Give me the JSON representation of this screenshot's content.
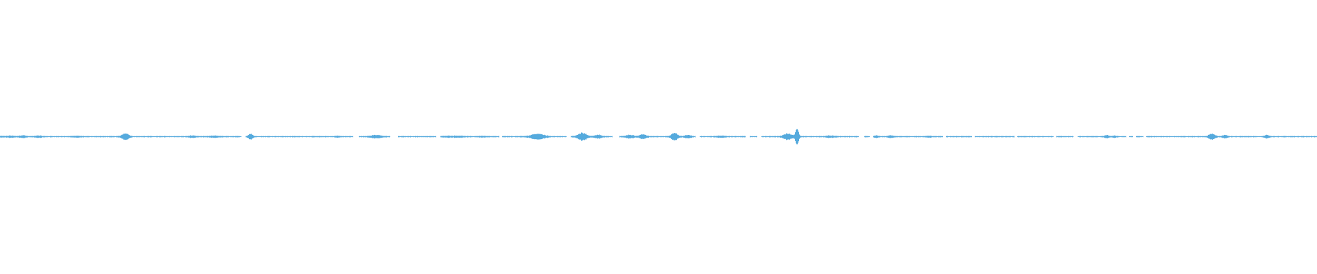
{
  "waveform": {
    "color": "#55aadd",
    "bursts": [
      {
        "t": 0.0,
        "a": 0.1,
        "w": 0.004
      },
      {
        "t": 0.008,
        "a": 0.2,
        "w": 0.003
      },
      {
        "t": 0.017,
        "a": 0.3,
        "w": 0.003
      },
      {
        "t": 0.029,
        "a": 0.22,
        "w": 0.003
      },
      {
        "t": 0.058,
        "a": 0.12,
        "w": 0.004
      },
      {
        "t": 0.095,
        "a": 1.0,
        "w": 0.003
      },
      {
        "t": 0.146,
        "a": 0.25,
        "w": 0.003
      },
      {
        "t": 0.163,
        "a": 0.2,
        "w": 0.004
      },
      {
        "t": 0.19,
        "a": 0.8,
        "w": 0.002
      },
      {
        "t": 0.256,
        "a": 0.18,
        "w": 0.002
      },
      {
        "t": 0.285,
        "a": 0.4,
        "w": 0.005
      },
      {
        "t": 0.34,
        "a": 0.18,
        "w": 0.004
      },
      {
        "t": 0.348,
        "a": 0.2,
        "w": 0.004
      },
      {
        "t": 0.366,
        "a": 0.12,
        "w": 0.004
      },
      {
        "t": 0.408,
        "a": 0.8,
        "w": 0.006
      },
      {
        "t": 0.442,
        "a": 1.05,
        "w": 0.004
      },
      {
        "t": 0.454,
        "a": 0.5,
        "w": 0.003
      },
      {
        "t": 0.478,
        "a": 0.4,
        "w": 0.004
      },
      {
        "t": 0.488,
        "a": 0.65,
        "w": 0.003
      },
      {
        "t": 0.512,
        "a": 1.0,
        "w": 0.003
      },
      {
        "t": 0.522,
        "a": 0.4,
        "w": 0.003
      },
      {
        "t": 0.548,
        "a": 0.2,
        "w": 0.004
      },
      {
        "t": 0.598,
        "a": 0.85,
        "w": 0.004
      },
      {
        "t": 0.605,
        "a": 2.3,
        "w": 0.0015
      },
      {
        "t": 0.63,
        "a": 0.22,
        "w": 0.004
      },
      {
        "t": 0.665,
        "a": 0.25,
        "w": 0.002
      },
      {
        "t": 0.676,
        "a": 0.3,
        "w": 0.002
      },
      {
        "t": 0.705,
        "a": 0.18,
        "w": 0.002
      },
      {
        "t": 0.84,
        "a": 0.35,
        "w": 0.002
      },
      {
        "t": 0.846,
        "a": 0.22,
        "w": 0.002
      },
      {
        "t": 0.92,
        "a": 0.75,
        "w": 0.003
      },
      {
        "t": 0.93,
        "a": 0.45,
        "w": 0.002
      },
      {
        "t": 0.962,
        "a": 0.4,
        "w": 0.002
      }
    ],
    "gaps": [
      [
        0.183,
        0.186
      ],
      [
        0.268,
        0.272
      ],
      [
        0.296,
        0.302
      ],
      [
        0.331,
        0.334
      ],
      [
        0.379,
        0.381
      ],
      [
        0.43,
        0.433
      ],
      [
        0.465,
        0.47
      ],
      [
        0.528,
        0.531
      ],
      [
        0.566,
        0.569
      ],
      [
        0.575,
        0.578
      ],
      [
        0.652,
        0.656
      ],
      [
        0.66,
        0.663
      ],
      [
        0.716,
        0.718
      ],
      [
        0.738,
        0.74
      ],
      [
        0.77,
        0.772
      ],
      [
        0.8,
        0.802
      ],
      [
        0.815,
        0.818
      ],
      [
        0.855,
        0.857
      ],
      [
        0.86,
        0.862
      ],
      [
        0.868,
        0.87
      ]
    ]
  }
}
